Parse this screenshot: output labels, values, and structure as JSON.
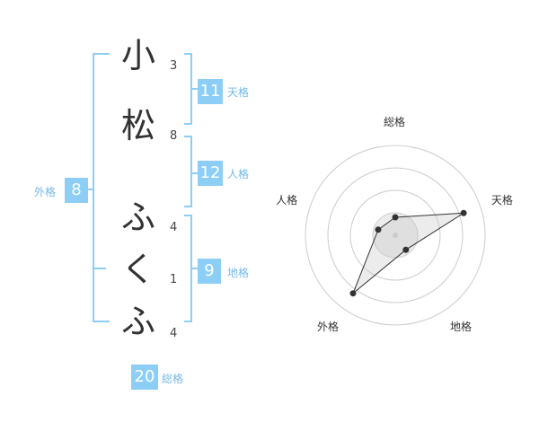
{
  "name": {
    "characters": [
      {
        "char": "小",
        "strokes": "3"
      },
      {
        "char": "松",
        "strokes": "8"
      },
      {
        "char": "ふ",
        "strokes": "4"
      },
      {
        "char": "く",
        "strokes": "1"
      },
      {
        "char": "ふ",
        "strokes": "4"
      }
    ]
  },
  "kakusu": {
    "tenkaku": {
      "label": "天格",
      "value": "11"
    },
    "jinkaku": {
      "label": "人格",
      "value": "12"
    },
    "chikaku": {
      "label": "地格",
      "value": "9"
    },
    "gaikaku": {
      "label": "外格",
      "value": "8"
    },
    "soukaku": {
      "label": "総格",
      "value": "20"
    }
  },
  "colors": {
    "accent": "#8ccef5",
    "bracket": "#8ccef5",
    "text": "#333333"
  },
  "chart_data": {
    "type": "radar",
    "axes": [
      "総格",
      "天格",
      "地格",
      "外格",
      "人格"
    ],
    "values": [
      1,
      4,
      1,
      4,
      1
    ],
    "rmax": 5,
    "rings": 4
  }
}
